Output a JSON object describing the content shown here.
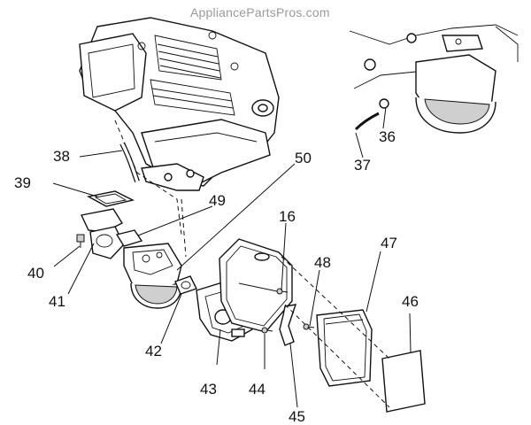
{
  "watermark": "AppliancePartsPros.com",
  "callouts": {
    "p36": "36",
    "p37": "37",
    "p38": "38",
    "p39": "39",
    "p40": "40",
    "p41": "41",
    "p42": "42",
    "p43": "43",
    "p44": "44",
    "p45": "45",
    "p46": "46",
    "p47": "47",
    "p48": "48",
    "p49": "49",
    "p50": "50",
    "p16": "16"
  }
}
